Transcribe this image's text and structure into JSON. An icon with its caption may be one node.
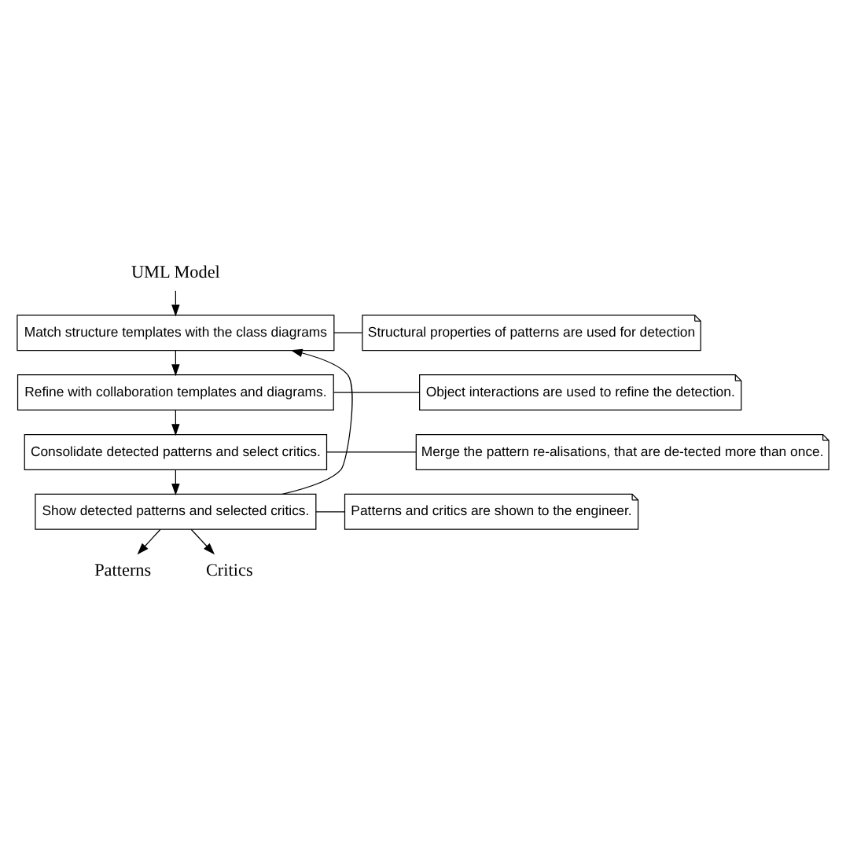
{
  "diagram": {
    "nodes": [
      {
        "text": [
          "UML Model"
        ]
      },
      {
        "text": [
          "Match structure templates with the class diagrams"
        ]
      },
      {
        "text": [
          "Refine with collaboration templates and diagrams."
        ]
      },
      {
        "text": [
          "Consolidate detected patterns and select critics."
        ]
      },
      {
        "text": [
          "Show detected patterns and selected critics."
        ]
      },
      {
        "text": [
          "Structural properties of patterns are used for detection"
        ]
      },
      {
        "text": [
          "Object interactions are used to refine the detection."
        ]
      },
      {
        "text": [
          "Merge the pattern re-alisations, that are de-tected more than once."
        ]
      },
      {
        "text": [
          "Patterns and critics are shown to the engineer."
        ]
      },
      {
        "text": [
          "Patterns"
        ]
      },
      {
        "text": [
          "Critics"
        ]
      }
    ],
    "edges": [
      {
        "from": 0,
        "to": 1,
        "arrow": "to"
      },
      {
        "from": 1,
        "to": 2,
        "arrow": "to"
      },
      {
        "from": 2,
        "to": 3,
        "arrow": "to"
      },
      {
        "from": 3,
        "to": 4,
        "arrow": "to"
      },
      {
        "from": 4,
        "to": 1,
        "arrow": "to"
      },
      {
        "from": 4,
        "to": 9,
        "arrow": "to"
      },
      {
        "from": 4,
        "to": 10,
        "arrow": "to"
      },
      {
        "from": 5,
        "to": 1,
        "arrow": "none"
      },
      {
        "from": 6,
        "to": 2,
        "arrow": "none"
      },
      {
        "from": 7,
        "to": 3,
        "arrow": "none"
      },
      {
        "from": 8,
        "to": 4,
        "arrow": "none"
      }
    ]
  }
}
